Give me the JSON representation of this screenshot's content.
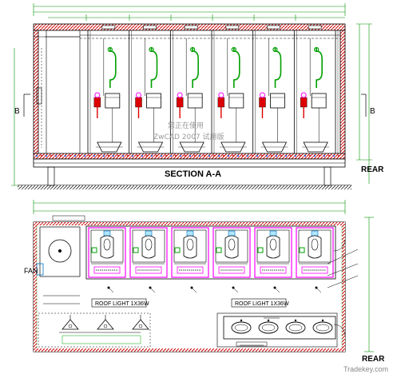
{
  "section_view": {
    "title": "SECTION A-A",
    "rear_label": "REAR",
    "cut_left": "B",
    "cut_right": "B",
    "stall_count": 6,
    "watermark_line1": "您正在使用",
    "watermark_line2": "ZwCAD 2007 试用版"
  },
  "plan_view": {
    "rear_label": "REAR",
    "fan_label": "FAN",
    "roof_light_left": "ROOF LIGHT 1X36W",
    "roof_light_right": "ROOF LIGHT 1X36W",
    "stall_count": 6,
    "sink_count": 4,
    "urinal_count": 3
  },
  "footer": {
    "credit": "Tradekey.com"
  },
  "colors": {
    "line": "#000000",
    "wall_hatch": "#cc0000",
    "pipe_green": "#00a000",
    "stall_pink": "#ff00ff",
    "fixture_blue": "#0070c0",
    "tank_red": "#dd0000",
    "dimension_green": "#00a000"
  }
}
